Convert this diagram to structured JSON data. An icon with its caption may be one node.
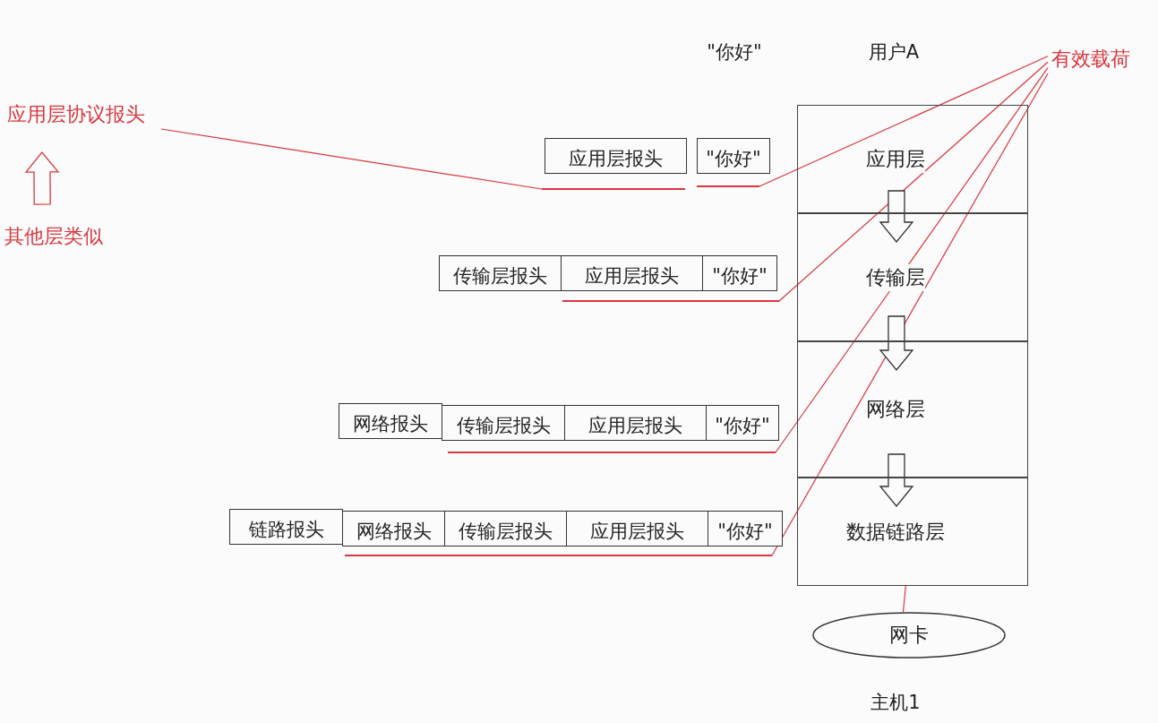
{
  "diagram": {
    "nodes": [
      {
        "text": [
          "应用层协议报头"
        ]
      },
      {
        "text": [
          "其他层类似"
        ]
      },
      {
        "text": [
          "有效载荷"
        ]
      },
      {
        "text": [
          "应用层"
        ]
      },
      {
        "text": [
          "传输层"
        ]
      },
      {
        "text": [
          "网络层"
        ]
      },
      {
        "text": [
          "数据链路层"
        ]
      },
      {
        "text": [
          "应用层报头"
        ]
      },
      {
        "text": [
          "\"你好\""
        ]
      },
      {
        "text": [
          "传输层报头"
        ]
      },
      {
        "text": [
          "应用层报头"
        ]
      },
      {
        "text": [
          "\"你好\""
        ]
      },
      {
        "text": [
          "网络报头"
        ]
      },
      {
        "text": [
          "传输层报头"
        ]
      },
      {
        "text": [
          "应用层报头"
        ]
      },
      {
        "text": [
          "\"你好\""
        ]
      },
      {
        "text": [
          "链路报头"
        ]
      },
      {
        "text": [
          "网络报头"
        ]
      },
      {
        "text": [
          "传输层报头"
        ]
      },
      {
        "text": [
          "应用层报头"
        ]
      },
      {
        "text": [
          "\"你好\""
        ]
      },
      {
        "text": [
          "网卡"
        ]
      },
      {
        "text": [],
        "shape": "bar"
      },
      {
        "text": [],
        "shape": "bar"
      },
      {
        "text": [],
        "shape": "bar"
      },
      {
        "text": [],
        "shape": "bar"
      },
      {
        "text": [],
        "shape": "bar"
      }
    ],
    "edges": [
      {
        "from": 1,
        "to": 0,
        "arrow": "to",
        "style": "thick"
      },
      {
        "from": 0,
        "to": 22,
        "arrow": "none"
      },
      {
        "from": 2,
        "to": 23,
        "arrow": "none"
      },
      {
        "from": 2,
        "to": 24,
        "arrow": "none"
      },
      {
        "from": 2,
        "to": 25,
        "arrow": "none"
      },
      {
        "from": 2,
        "to": 26,
        "arrow": "none"
      },
      {
        "from": 3,
        "to": 4,
        "arrow": "to",
        "style": "thick",
        "color": "#333333"
      },
      {
        "from": 4,
        "to": 5,
        "arrow": "to",
        "style": "thick",
        "color": "#333333"
      },
      {
        "from": 5,
        "to": 6,
        "arrow": "to",
        "style": "thick",
        "color": "#333333"
      },
      {
        "from": 6,
        "to": 21,
        "arrow": "none"
      }
    ],
    "labels": [
      "\"你好\"",
      "用户A",
      "主机1"
    ]
  }
}
